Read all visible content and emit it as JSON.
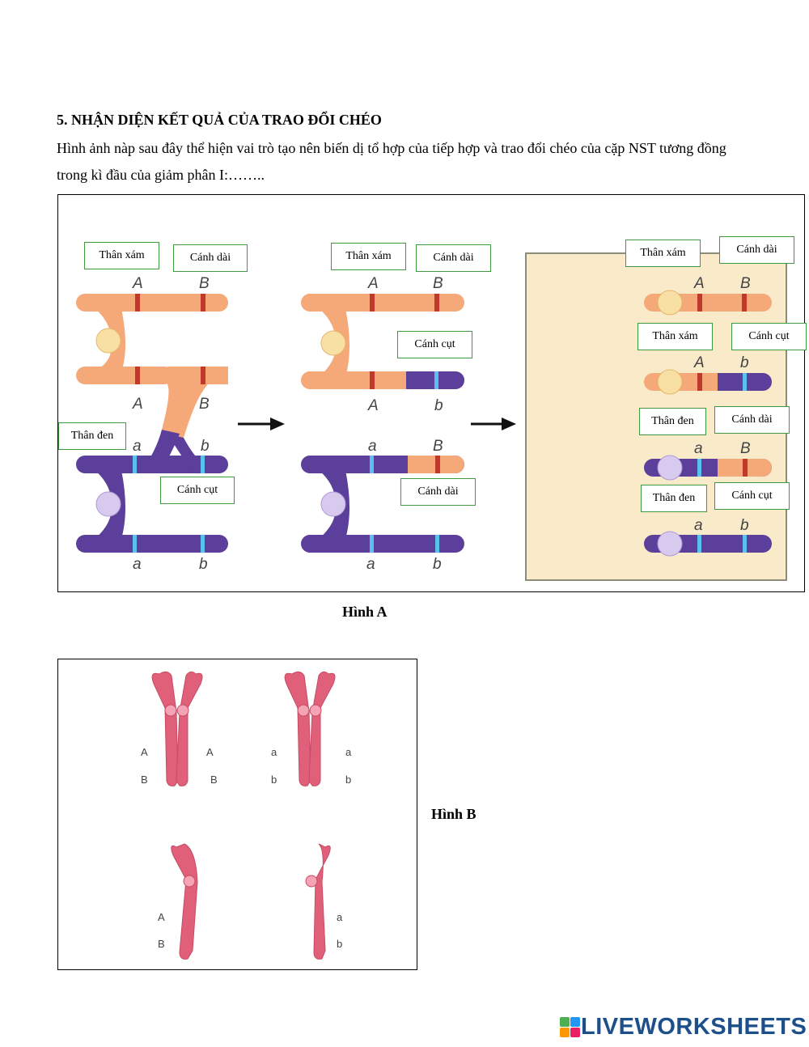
{
  "heading": "5. NHẬN DIỆN KẾT QUẢ CỦA TRAO ĐỔI CHÉO",
  "paragraph": {
    "line1": "Hình ảnh nàp sau đây thể hiện vai trò tạo nên biến dị tổ hợp của tiếp hợp và trao đổi chéo của cặp NST tương đồng",
    "line2": "trong kì đầu của giảm phân I:…….."
  },
  "figure_a": {
    "caption": "Hình A",
    "labels": {
      "s1_than_xam": "Thân xám",
      "s1_canh_dai": "Cánh dài",
      "s1_than_den": "Thân đen",
      "s1_canh_cut": "Cánh cụt",
      "s2_than_xam": "Thân xám",
      "s2_canh_dai_top": "Cánh dài",
      "s2_canh_cut": "Cánh cụt",
      "s2_canh_dai_bottom": "Cánh dài",
      "s3_than_xam_1": "Thân xám",
      "s3_canh_dai_1": "Cánh dài",
      "s3_than_xam_2": "Thân xám",
      "s3_canh_cut_2": "Cánh cụt",
      "s3_than_den_3": "Thân đen",
      "s3_canh_dai_3": "Cánh dài",
      "s3_than_den_4": "Thân đen",
      "s3_canh_cut_4": "Cánh cụt"
    },
    "genes": {
      "A": "A",
      "B": "B",
      "a": "a",
      "b": "b"
    },
    "colors": {
      "grey_body": "#f5a878",
      "black_body": "#5b3f9a",
      "allele_red": "#c0392b",
      "allele_blue": "#5bc0eb",
      "panel": "#f9ebc9",
      "label_border": "#3f9a3f"
    }
  },
  "figure_b": {
    "caption": "Hình B",
    "genes": {
      "A": "A",
      "B": "B",
      "a": "a",
      "b": "b"
    },
    "colors": {
      "chromosome": "#e0607a"
    }
  },
  "logo": {
    "text": "LIVEWORKSHEETS"
  }
}
